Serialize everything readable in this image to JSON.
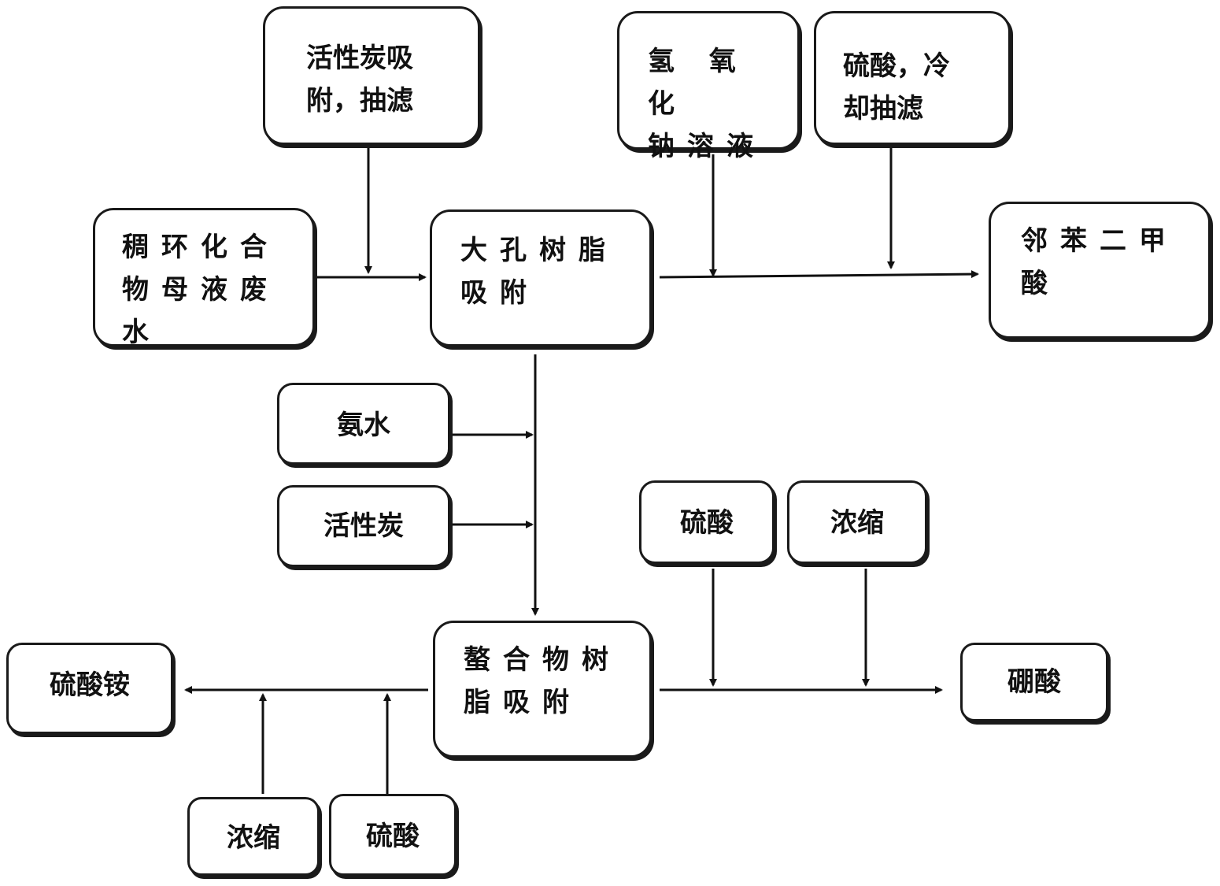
{
  "nodes": {
    "activated_carbon_filter": "活性炭吸\n附，抽滤",
    "naoh_solution": "氢 氧 化\n钠溶液",
    "sulfuric_cool_filter": "硫酸，冷\n却抽滤",
    "mother_liquor_wastewater": "稠环化合\n物母液废\n水",
    "macroporous_resin": "大孔树脂\n吸附",
    "phthalic_acid": "邻苯二甲\n酸",
    "ammonia_water": "氨水",
    "activated_carbon": "活性炭",
    "sulfuric_acid_top": "硫酸",
    "concentrate_top": "浓缩",
    "chelating_resin": "螯合物树\n脂吸附",
    "ammonium_sulfate": "硫酸铵",
    "boric_acid": "硼酸",
    "concentrate_bottom": "浓缩",
    "sulfuric_acid_bottom": "硫酸"
  }
}
